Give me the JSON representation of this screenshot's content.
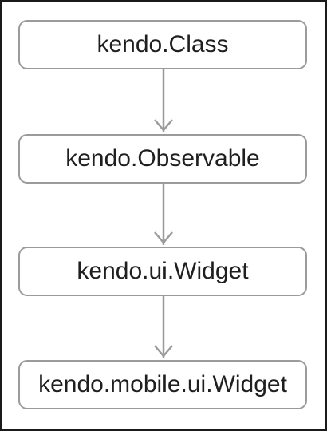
{
  "diagram": {
    "nodes": [
      {
        "id": "n1",
        "label": "kendo.Class"
      },
      {
        "id": "n2",
        "label": "kendo.Observable"
      },
      {
        "id": "n3",
        "label": "kendo.ui.Widget"
      },
      {
        "id": "n4",
        "label": "kendo.mobile.ui.Widget"
      }
    ],
    "edges": [
      {
        "from": "n1",
        "to": "n2"
      },
      {
        "from": "n2",
        "to": "n3"
      },
      {
        "from": "n3",
        "to": "n4"
      }
    ]
  },
  "colors": {
    "border": "#9b9b9b",
    "frame": "#1a1a1a",
    "text": "#1f1f1f"
  }
}
